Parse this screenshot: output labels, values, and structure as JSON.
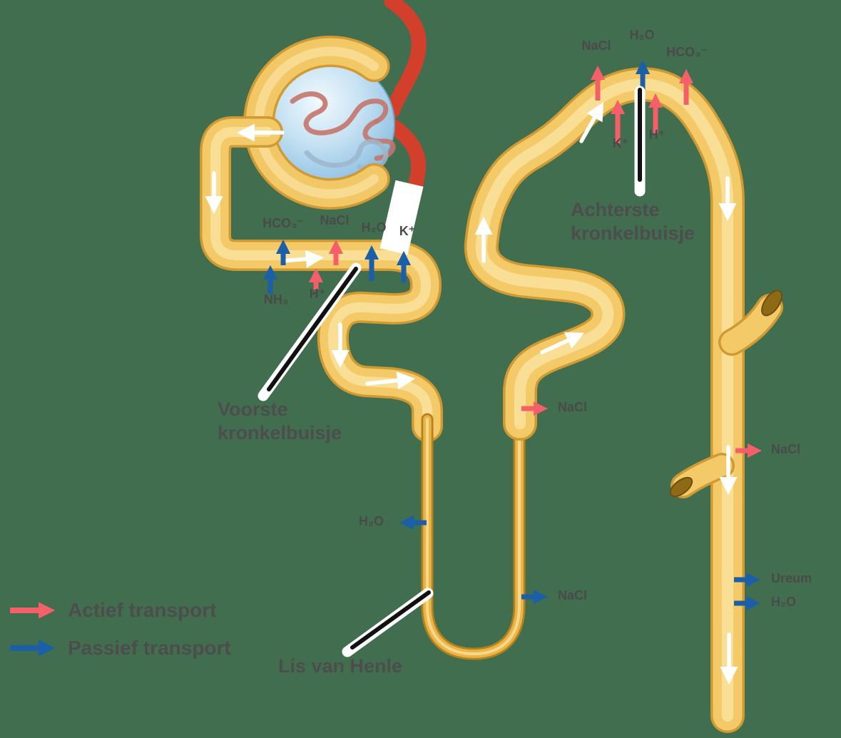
{
  "structures": {
    "proximal_tubule_label": "Voorste\nkronkelbuisje",
    "distal_tubule_label": "Achterste\nkronkelbuisje",
    "loop_of_henle_label": "Lis van Henle"
  },
  "legend": {
    "actief": {
      "label": "Actief transport",
      "color": "#F45F69"
    },
    "passief": {
      "label": "Passief transport",
      "color": "#1A5FA8"
    }
  },
  "transport": {
    "proximal": [
      {
        "substance": "HCO₃⁻",
        "type": "passief"
      },
      {
        "substance": "NaCl",
        "type": "actief"
      },
      {
        "substance": "H₂O",
        "type": "passief"
      },
      {
        "substance": "K⁺",
        "type": "passief"
      },
      {
        "substance": "NH₃",
        "type": "passief"
      },
      {
        "substance": "H⁺",
        "type": "actief"
      }
    ],
    "distal": [
      {
        "substance": "NaCl",
        "type": "actief"
      },
      {
        "substance": "H₂O",
        "type": "passief"
      },
      {
        "substance": "HCO₃⁻",
        "type": "actief"
      },
      {
        "substance": "K⁺",
        "type": "actief"
      },
      {
        "substance": "H⁺",
        "type": "actief"
      },
      {
        "substance": "NaCl",
        "type": "actief"
      }
    ],
    "collecting_duct": [
      {
        "substance": "NaCl",
        "type": "actief"
      },
      {
        "substance": "Ureum",
        "type": "passief"
      },
      {
        "substance": "H₂O",
        "type": "passief"
      }
    ],
    "loop_of_henle": [
      {
        "substance": "H₂O",
        "type": "passief",
        "limb": "descending"
      },
      {
        "substance": "NaCl",
        "type": "passief",
        "limb": "ascending"
      }
    ]
  },
  "colors": {
    "background": "#406E4F",
    "tubule_fill": "#F3CA67",
    "tubule_edge": "#CF9A33",
    "tubule_highlight": "#FAE3A2",
    "thin_limb_fill": "#EAB545",
    "blood_vessel": "#D2402B",
    "glomerulus": "#B9DBEF",
    "active_arrow": "#F45F69",
    "passive_arrow": "#1A5FA8",
    "flow_arrow": "#FFFFFF",
    "label_text": "#4A4A4A"
  }
}
